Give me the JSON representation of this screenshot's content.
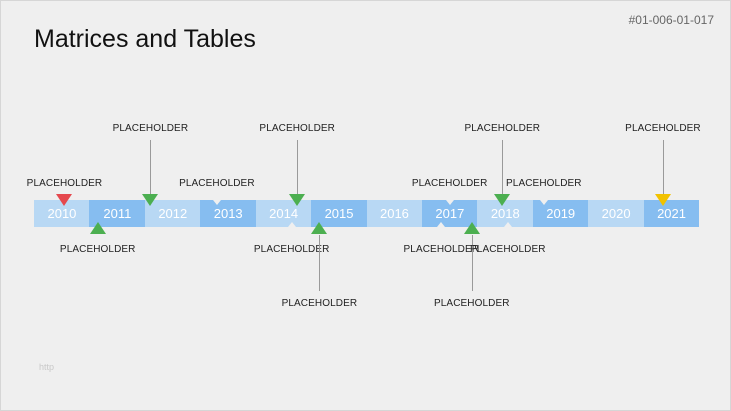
{
  "slide": {
    "title": "Matrices and Tables",
    "id": "#01-006-01-017",
    "footer": "http"
  },
  "colors": {
    "band_light": "#b8d8f4",
    "band_dark": "#86bdf0",
    "marker_green": "#4caf50",
    "marker_red": "#e5484d",
    "marker_yellow": "#f2c200"
  },
  "timeline": {
    "years": [
      "2010",
      "2011",
      "2012",
      "2013",
      "2014",
      "2015",
      "2016",
      "2017",
      "2018",
      "2019",
      "2020",
      "2021"
    ],
    "events": [
      {
        "label": "PLACEHOLDER",
        "year": "2010",
        "marker": "down",
        "color": "red",
        "row": "near-above"
      },
      {
        "label": "PLACEHOLDER",
        "year": "2011",
        "marker": "up",
        "color": "green",
        "row": "near-below"
      },
      {
        "label": "PLACEHOLDER",
        "year": "2012",
        "marker": "down",
        "color": "green",
        "row": "far-above"
      },
      {
        "label": "PLACEHOLDER",
        "year": "2013",
        "marker": "none",
        "color": "none",
        "row": "near-above"
      },
      {
        "label": "PLACEHOLDER",
        "year": "2014",
        "marker": "down",
        "color": "green",
        "row": "far-above"
      },
      {
        "label": "PLACEHOLDER",
        "year": "2014",
        "marker": "none",
        "color": "none",
        "row": "near-below"
      },
      {
        "label": "PLACEHOLDER",
        "year": "2015",
        "marker": "up",
        "color": "green",
        "row": "far-below"
      },
      {
        "label": "PLACEHOLDER",
        "year": "2017",
        "marker": "none",
        "color": "none",
        "row": "near-above"
      },
      {
        "label": "PLACEHOLDER",
        "year": "2017",
        "marker": "none",
        "color": "none",
        "row": "near-below"
      },
      {
        "label": "PLACEHOLDER",
        "year": "2017",
        "marker": "up",
        "color": "green",
        "row": "far-below"
      },
      {
        "label": "PLACEHOLDER",
        "year": "2018",
        "marker": "down",
        "color": "green",
        "row": "far-above"
      },
      {
        "label": "PLACEHOLDER",
        "year": "2018",
        "marker": "none",
        "color": "none",
        "row": "near-below"
      },
      {
        "label": "PLACEHOLDER",
        "year": "2019",
        "marker": "none",
        "color": "none",
        "row": "near-above"
      },
      {
        "label": "PLACEHOLDER",
        "year": "2021",
        "marker": "down",
        "color": "yellow",
        "row": "far-above"
      }
    ]
  }
}
